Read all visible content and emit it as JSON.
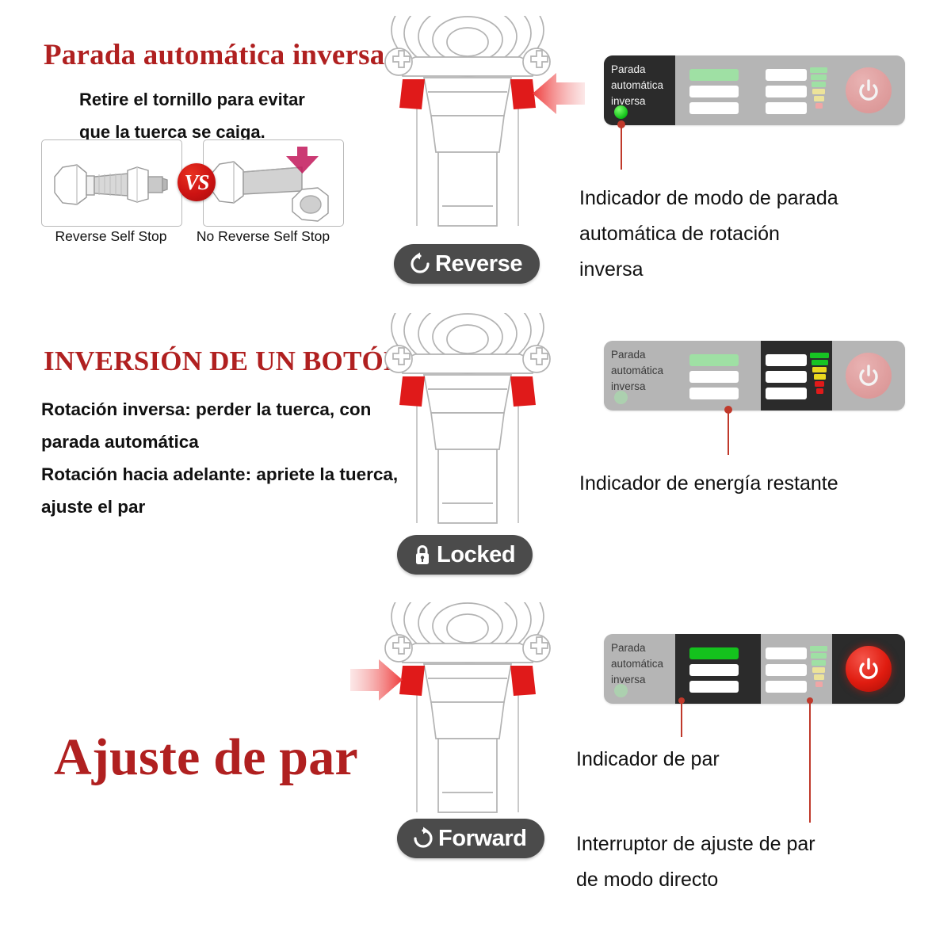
{
  "sections": [
    {
      "heading": "Parada automática inversa",
      "body": "Retire el tornillo para evitar\nque la tuerca se caiga.",
      "comparison": {
        "vs_label": "VS",
        "left_caption": "Reverse Self Stop",
        "right_caption": "No Reverse Self Stop"
      },
      "mode_pill": {
        "label": "Reverse",
        "icon": "rotate-counterclockwise-icon"
      },
      "callout": "Indicador de modo de parada\nautomática de rotación\ninversa"
    },
    {
      "heading": "INVERSIÓN DE UN BOTÓN",
      "body": "Rotación inversa: perder la tuerca, con\nparada automática\nRotación hacia adelante: apriete la tuerca,\najuste el par",
      "mode_pill": {
        "label": "Locked",
        "icon": "lock-icon"
      },
      "callout": "Indicador de energía restante"
    },
    {
      "heading": "Ajuste de par",
      "mode_pill": {
        "label": "Forward",
        "icon": "rotate-clockwise-icon"
      },
      "callout_torque": "Indicador de par",
      "callout_switch": "Interruptor de ajuste de par\nde modo directo"
    }
  ],
  "panels": [
    {
      "mode_label_lines": [
        "Parada",
        "automática",
        "inversa"
      ],
      "highlight": "mode",
      "led_state": "on",
      "torque_bars": [
        "green-dim",
        "white",
        "white"
      ],
      "battery_bars": [
        "green",
        "green",
        "green",
        "yellow",
        "yellow",
        "red"
      ],
      "power_state": "dim"
    },
    {
      "mode_label_lines": [
        "Parada",
        "automática",
        "inversa"
      ],
      "highlight": "battery",
      "led_state": "off",
      "torque_bars": [
        "green-dim",
        "white",
        "white"
      ],
      "battery_bars": [
        "green",
        "green",
        "yellow",
        "yellow",
        "red",
        "red"
      ],
      "power_state": "dim"
    },
    {
      "mode_label_lines": [
        "Parada",
        "automática",
        "inversa"
      ],
      "highlight": "torque-and-power",
      "led_state": "off",
      "torque_bars": [
        "green-on",
        "white",
        "white"
      ],
      "battery_bars": [
        "green",
        "green",
        "green",
        "yellow",
        "yellow",
        "red"
      ],
      "power_state": "on"
    }
  ],
  "colors": {
    "brand_red": "#b02020",
    "leader_red": "#c0392b",
    "panel_gray": "#b5b5b5",
    "panel_dark": "#2b2b2b",
    "led_green": "#14c21d",
    "power_red": "#e01c10",
    "pill_gray": "#4b4b4b",
    "selector_red": "#e01a1a"
  }
}
